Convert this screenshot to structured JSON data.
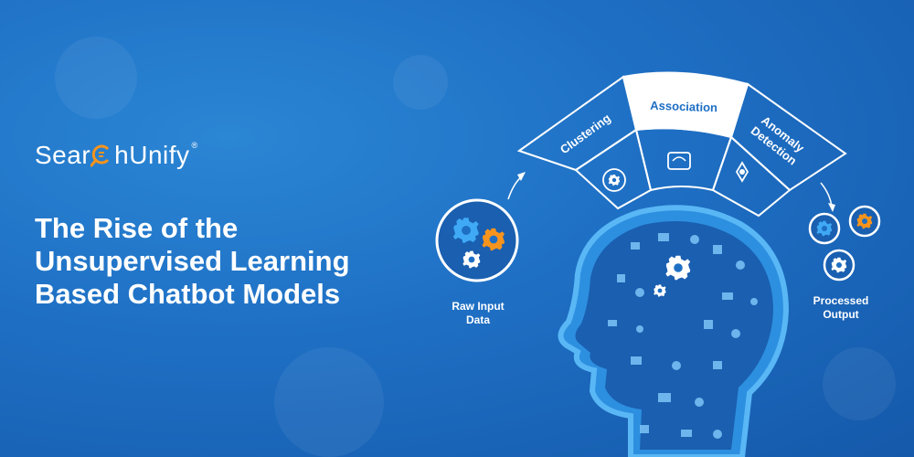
{
  "brand": {
    "name_part1": "Sear",
    "name_part2": "hUnify",
    "registered": "®",
    "accent_color": "#f7941d"
  },
  "headline": {
    "line1": "The Rise of the",
    "line2": "Unsupervised Learning",
    "line3": "Based Chatbot Models"
  },
  "diagram": {
    "segments": [
      "Clustering",
      "Association",
      "Anomaly Detection"
    ],
    "input_label_line1": "Raw Input",
    "input_label_line2": "Data",
    "output_label_line1": "Processed",
    "output_label_line2": "Output"
  },
  "colors": {
    "background": "#1e6fc4",
    "segment_highlight": "#ffffff",
    "segment_text": "#1e6fc4",
    "gear_blue": "#3fa9f5",
    "gear_orange": "#f7941d"
  }
}
